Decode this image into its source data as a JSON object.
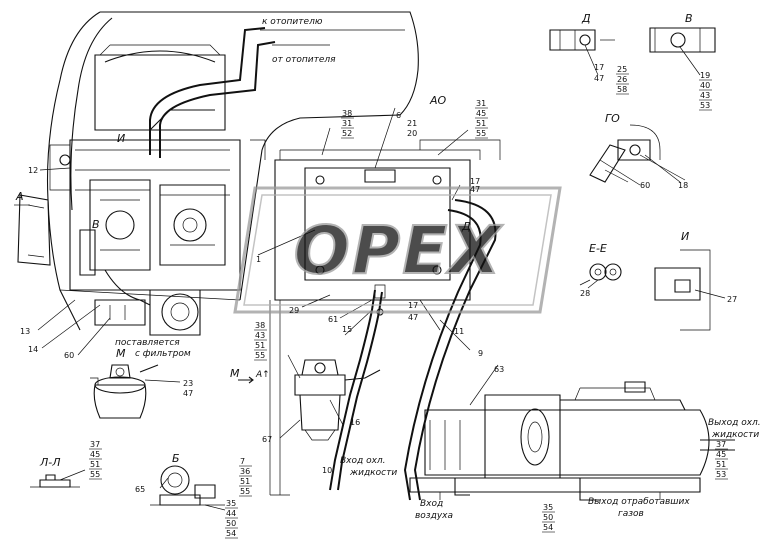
{
  "view_labels": {
    "a_view": "А",
    "ao_view": "АО",
    "v_view": "В",
    "d_view": "Д",
    "go_view": "ГО",
    "i_view": "И",
    "ee_view": "Е-Е",
    "m_view": "М",
    "b_view": "Б",
    "ll_view": "Л-Л"
  },
  "annotations": {
    "to_heater": "к отопителю",
    "from_heater": "от отопителя",
    "supplied_with_filter_1": "поставляется",
    "supplied_with_filter_2": "с фильтром",
    "coolant_inlet_1": "Вход охл.",
    "coolant_inlet_2": "жидкости",
    "coolant_outlet_1": "Выход охл.",
    "coolant_outlet_2": "жидкости",
    "air_inlet_1": "Вход",
    "air_inlet_2": "воздуха",
    "exhaust_outlet_1": "Выход отработавших",
    "exhaust_outlet_2": "газов",
    "m_arrow": "М",
    "a_arrow": "А↑"
  },
  "callouts": {
    "c1": "1",
    "c6": "6",
    "c7": "7",
    "c9": "9",
    "c10": "10",
    "c11": "11",
    "c12": "12",
    "c13": "13",
    "c14": "14",
    "c15": "15",
    "c16": "16",
    "c17a": "17",
    "c17b": "17",
    "c17c": "17",
    "c18": "18",
    "c19": "19",
    "c21": "21",
    "c20": "20",
    "c23": "23",
    "c25": "25",
    "c26": "26",
    "c27": "27",
    "c28": "28",
    "c29": "29",
    "c31": "31",
    "c36": "36",
    "c37": "37",
    "c38": "38",
    "c40": "40",
    "c43": "43",
    "c45": "45",
    "c47a": "47",
    "c47b": "47",
    "c47c": "47",
    "c47d": "47",
    "c51": "51",
    "c53": "53",
    "c55": "55",
    "c58": "58",
    "c60": "60",
    "c60b": "60",
    "c61": "61",
    "c63": "63",
    "c65": "65",
    "c67": "67"
  },
  "stacks": {
    "s_38": [
      "38",
      "31",
      "52"
    ],
    "s_31": [
      "31",
      "45",
      "51",
      "55"
    ],
    "s_d": [
      "25",
      "26",
      "58"
    ],
    "s_v": [
      "19",
      "40",
      "43",
      "53"
    ],
    "s_38b": [
      "38",
      "43",
      "51",
      "55"
    ],
    "s_ll": [
      "37",
      "45",
      "51",
      "55"
    ],
    "s_7": [
      "7",
      "36",
      "51",
      "55"
    ],
    "s_b": [
      "35",
      "44",
      "50",
      "54"
    ],
    "s_bot": [
      "35",
      "50",
      "54"
    ],
    "s_out": [
      "37",
      "45",
      "51",
      "53"
    ]
  },
  "watermark": "OPEX"
}
